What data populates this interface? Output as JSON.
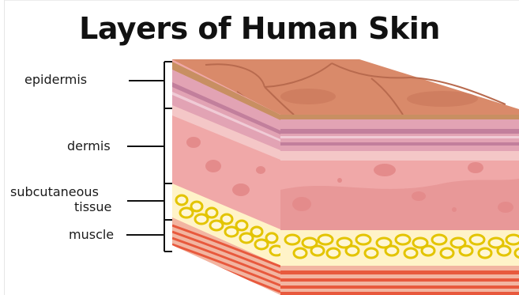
{
  "title": "Layers of Human Skin",
  "labels": {
    "epidermis": "epidermis",
    "dermis": "dermis",
    "subcutaneous_line1": "subcutaneous",
    "subcutaneous_line2": "tissue",
    "muscle": "muscle"
  },
  "colors": {
    "surface": "#d98a6a",
    "surface_dark": "#b86a4e",
    "epidermis": "#e2a3b4",
    "epidermis_light": "#f0cbd6",
    "dermis_top": "#f4c7c7",
    "dermis": "#f0a8a8",
    "dermis_dark": "#e48b8b",
    "fat_bg": "#fff3c8",
    "fat_cell": "#e3c400",
    "muscle": "#e8593d",
    "muscle_light": "#f2b5a1",
    "ink": "#111111"
  }
}
